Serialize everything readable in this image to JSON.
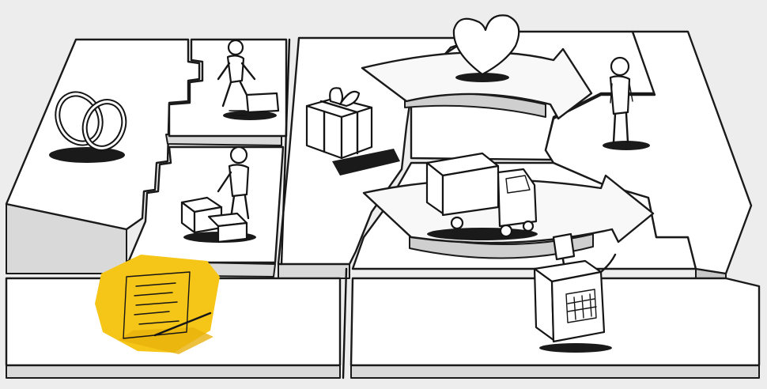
{
  "canvas": {
    "background": "#ededed",
    "highlight_color": "#f5c518"
  },
  "blocks": [
    {
      "name": "key-partners-block",
      "icon": "rings-icon"
    },
    {
      "name": "key-activities-block",
      "icon": "worker-icon"
    },
    {
      "name": "key-resources-block",
      "icon": "worker-with-boxes-icon"
    },
    {
      "name": "value-propositions-block",
      "icon": "gift-icon"
    },
    {
      "name": "customer-relationships-block",
      "icon": "heart-icon"
    },
    {
      "name": "channels-block",
      "icon": "truck-icon"
    },
    {
      "name": "customer-segments-block",
      "icon": "person-icon"
    },
    {
      "name": "cost-structure-block",
      "icon": "receipt-icon"
    },
    {
      "name": "revenue-streams-block",
      "icon": "cash-register-icon"
    }
  ]
}
